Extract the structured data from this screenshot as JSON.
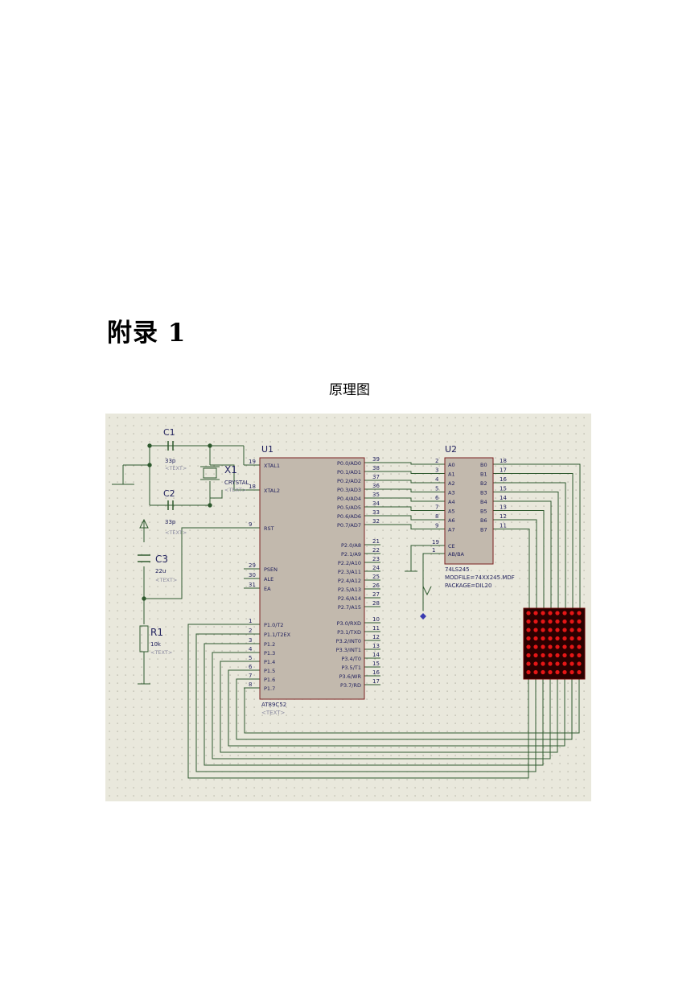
{
  "heading": "附录 1",
  "caption": "原理图",
  "schematic": {
    "colors": {
      "background": "#e9e8dc",
      "wire": "#2f5a2f",
      "chip": "#c2b9ad",
      "chip_border": "#7a2020",
      "text": "#1f1f5c",
      "red_text": "#b43a3a",
      "led_bg": "#2a0000",
      "led_dot": "#e51616"
    },
    "c1": {
      "ref": "C1",
      "value": "33p",
      "text": "<TEXT>"
    },
    "c2": {
      "ref": "C2",
      "value": "33p",
      "text": "<TEXT>"
    },
    "x1": {
      "ref": "X1",
      "value": "CRYSTAL",
      "text": "<TEXT>"
    },
    "c3": {
      "ref": "C3",
      "value": "22u",
      "text": "<TEXT>"
    },
    "r1": {
      "ref": "R1",
      "value": "10k",
      "text": "<TEXT>"
    },
    "u1": {
      "ref": "U1",
      "part": "AT89C52",
      "text": "<TEXT>",
      "left_pins": [
        {
          "num": "19",
          "name": "XTAL1"
        },
        {
          "num": "18",
          "name": "XTAL2"
        },
        {
          "num": "9",
          "name": "RST"
        },
        {
          "num": "29",
          "name": "PSEN"
        },
        {
          "num": "30",
          "name": "ALE"
        },
        {
          "num": "31",
          "name": "EA"
        },
        {
          "num": "1",
          "name": "P1.0/T2"
        },
        {
          "num": "2",
          "name": "P1.1/T2EX"
        },
        {
          "num": "3",
          "name": "P1.2"
        },
        {
          "num": "4",
          "name": "P1.3"
        },
        {
          "num": "5",
          "name": "P1.4"
        },
        {
          "num": "6",
          "name": "P1.5"
        },
        {
          "num": "7",
          "name": "P1.6"
        },
        {
          "num": "8",
          "name": "P1.7"
        }
      ],
      "right_pins": [
        {
          "num": "39",
          "name": "P0.0/AD0"
        },
        {
          "num": "38",
          "name": "P0.1/AD1"
        },
        {
          "num": "37",
          "name": "P0.2/AD2"
        },
        {
          "num": "36",
          "name": "P0.3/AD3"
        },
        {
          "num": "35",
          "name": "P0.4/AD4"
        },
        {
          "num": "34",
          "name": "P0.5/AD5"
        },
        {
          "num": "33",
          "name": "P0.6/AD6"
        },
        {
          "num": "32",
          "name": "P0.7/AD7"
        },
        {
          "num": "21",
          "name": "P2.0/A8"
        },
        {
          "num": "22",
          "name": "P2.1/A9"
        },
        {
          "num": "23",
          "name": "P2.2/A10"
        },
        {
          "num": "24",
          "name": "P2.3/A11"
        },
        {
          "num": "25",
          "name": "P2.4/A12"
        },
        {
          "num": "26",
          "name": "P2.5/A13"
        },
        {
          "num": "27",
          "name": "P2.6/A14"
        },
        {
          "num": "28",
          "name": "P2.7/A15"
        },
        {
          "num": "10",
          "name": "P3.0/RXD"
        },
        {
          "num": "11",
          "name": "P3.1/TXD"
        },
        {
          "num": "12",
          "name": "P3.2/INT0"
        },
        {
          "num": "13",
          "name": "P3.3/INT1"
        },
        {
          "num": "14",
          "name": "P3.4/T0"
        },
        {
          "num": "15",
          "name": "P3.5/T1"
        },
        {
          "num": "16",
          "name": "P3.6/WR"
        },
        {
          "num": "17",
          "name": "P3.7/RD"
        }
      ]
    },
    "u2": {
      "ref": "U2",
      "part": "74LS245",
      "modfile": "MODFILE=74XX245.MDF",
      "package": "PACKAGE=DIL20",
      "a_pins": [
        {
          "num": "2",
          "name": "A0"
        },
        {
          "num": "3",
          "name": "A1"
        },
        {
          "num": "4",
          "name": "A2"
        },
        {
          "num": "5",
          "name": "A3"
        },
        {
          "num": "6",
          "name": "A4"
        },
        {
          "num": "7",
          "name": "A5"
        },
        {
          "num": "8",
          "name": "A6"
        },
        {
          "num": "9",
          "name": "A7"
        }
      ],
      "b_pins": [
        {
          "num": "18",
          "name": "B0"
        },
        {
          "num": "17",
          "name": "B1"
        },
        {
          "num": "16",
          "name": "B2"
        },
        {
          "num": "15",
          "name": "B3"
        },
        {
          "num": "14",
          "name": "B4"
        },
        {
          "num": "13",
          "name": "B5"
        },
        {
          "num": "12",
          "name": "B6"
        },
        {
          "num": "11",
          "name": "B7"
        }
      ],
      "ctrl_pins": [
        {
          "num": "19",
          "name": "CE"
        },
        {
          "num": "1",
          "name": "AB/BA"
        }
      ]
    },
    "led_matrix": {
      "rows": 8,
      "cols": 8
    }
  }
}
